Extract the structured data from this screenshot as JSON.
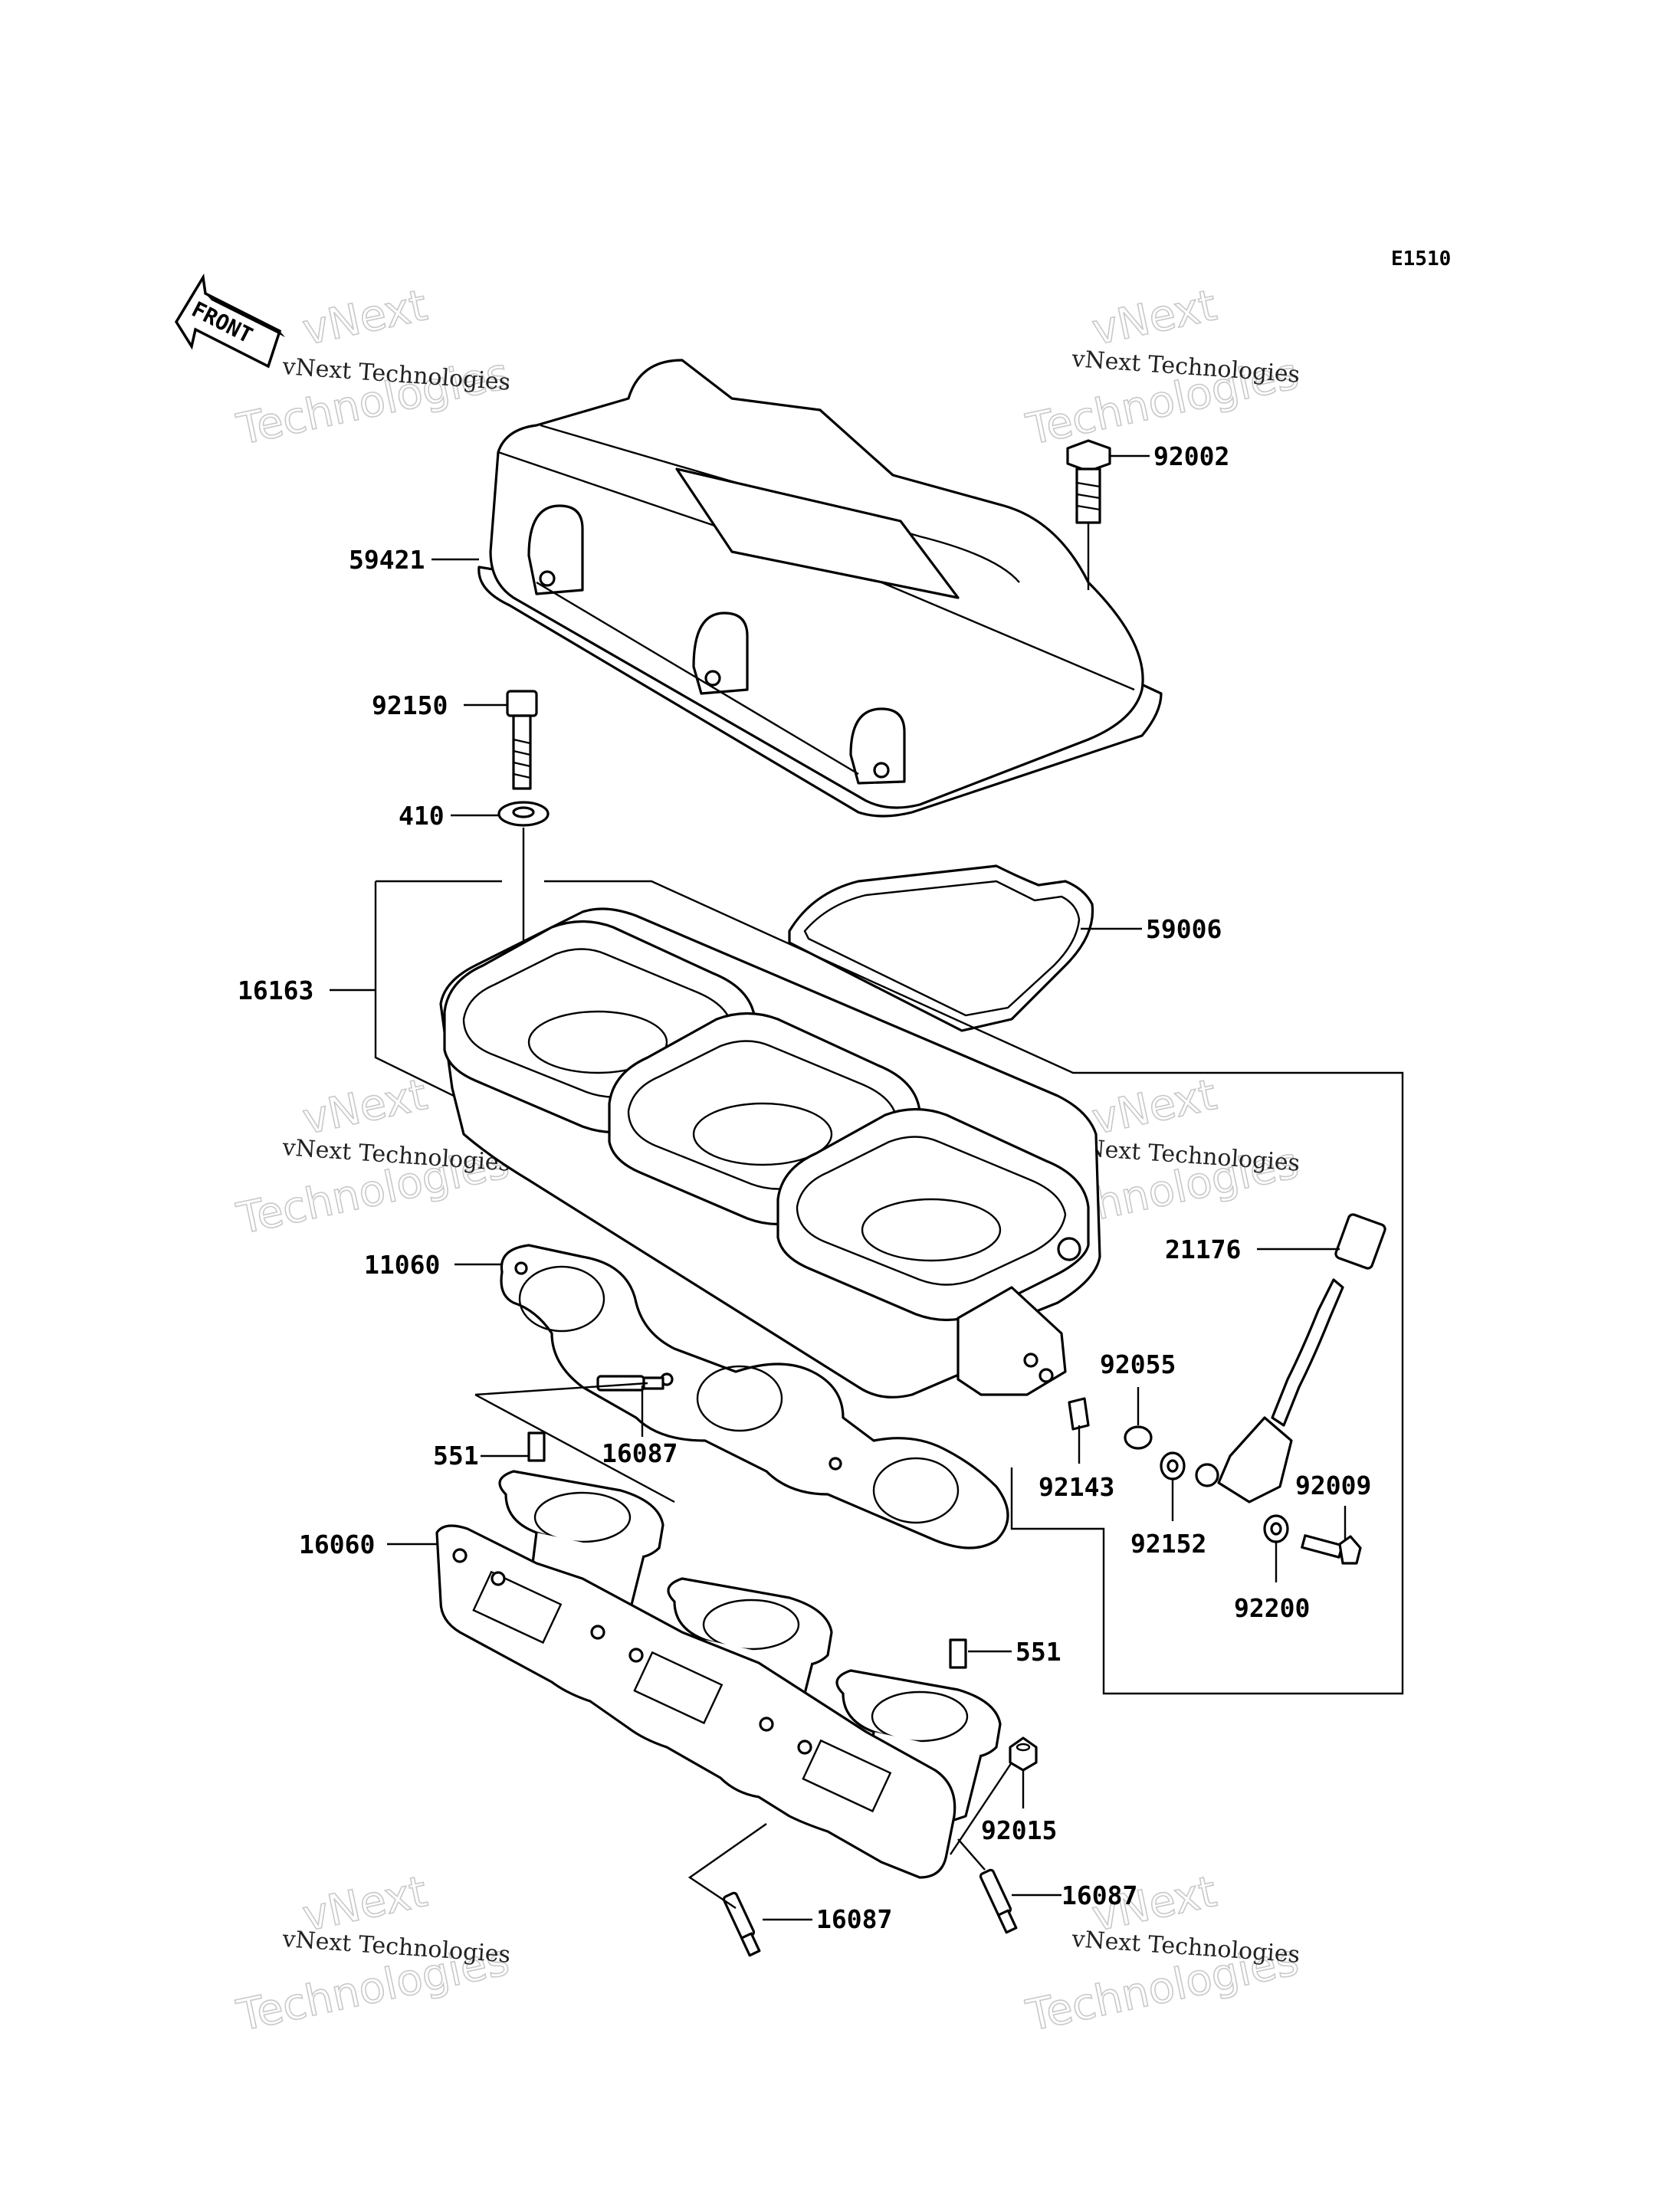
{
  "diagram_code": "E1510",
  "front_label": "FRONT",
  "watermark": {
    "line1": "vNext Technologies",
    "line2": "vNext",
    "line3": "Technologies"
  },
  "parts": {
    "p92002": "92002",
    "p59421": "59421",
    "p92150": "92150",
    "p410": "410",
    "p59006": "59006",
    "p16163": "16163",
    "p21176": "21176",
    "p11060": "11060",
    "p92055": "92055",
    "p16087_a": "16087",
    "p551_a": "551",
    "p92143": "92143",
    "p92009": "92009",
    "p92152": "92152",
    "p16060": "16060",
    "p92200": "92200",
    "p551_b": "551",
    "p92015": "92015",
    "p16087_b": "16087",
    "p16087_c": "16087"
  }
}
